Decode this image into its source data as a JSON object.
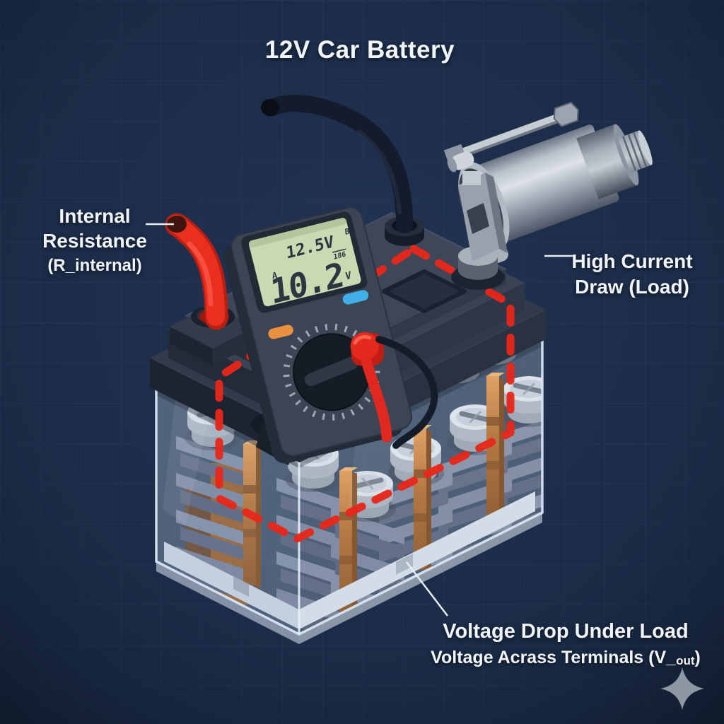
{
  "title": "12V Car Battery",
  "annotations": {
    "internal_resistance": {
      "line1": "Internal",
      "line2": "Resistance",
      "line3": "(R_internal)"
    },
    "high_current_draw": {
      "line1": "High Current",
      "line2": "Draw (Load)"
    },
    "voltage_drop": {
      "line1": "Voltage Drop Under Load",
      "line2_prefix": "Voltage Acrass Terminals (V_",
      "line2_sub": "out",
      "line2_suffix": ")"
    }
  },
  "multimeter": {
    "lcd": {
      "main_reading": "10.2",
      "secondary_reading": "12.5V",
      "unit": "V",
      "mode_indicator_left": "A",
      "mode_indicator_right": "B",
      "aux_segment": "186"
    }
  },
  "icons": {
    "bottom_right": "four-point-sparkle",
    "battery_parts": [
      "positive-terminal-cable",
      "negative-terminal-cable",
      "starter-motor",
      "current-loop-dashes"
    ]
  },
  "colors": {
    "background": "#15233a",
    "accent_red": "#e42a1c",
    "label_text": "#f2f5f8",
    "lcd_green": "#c9dab2",
    "copper": "#c8813f",
    "glass_edge": "#d8e5f3",
    "sparkle": "#8d97a1"
  }
}
